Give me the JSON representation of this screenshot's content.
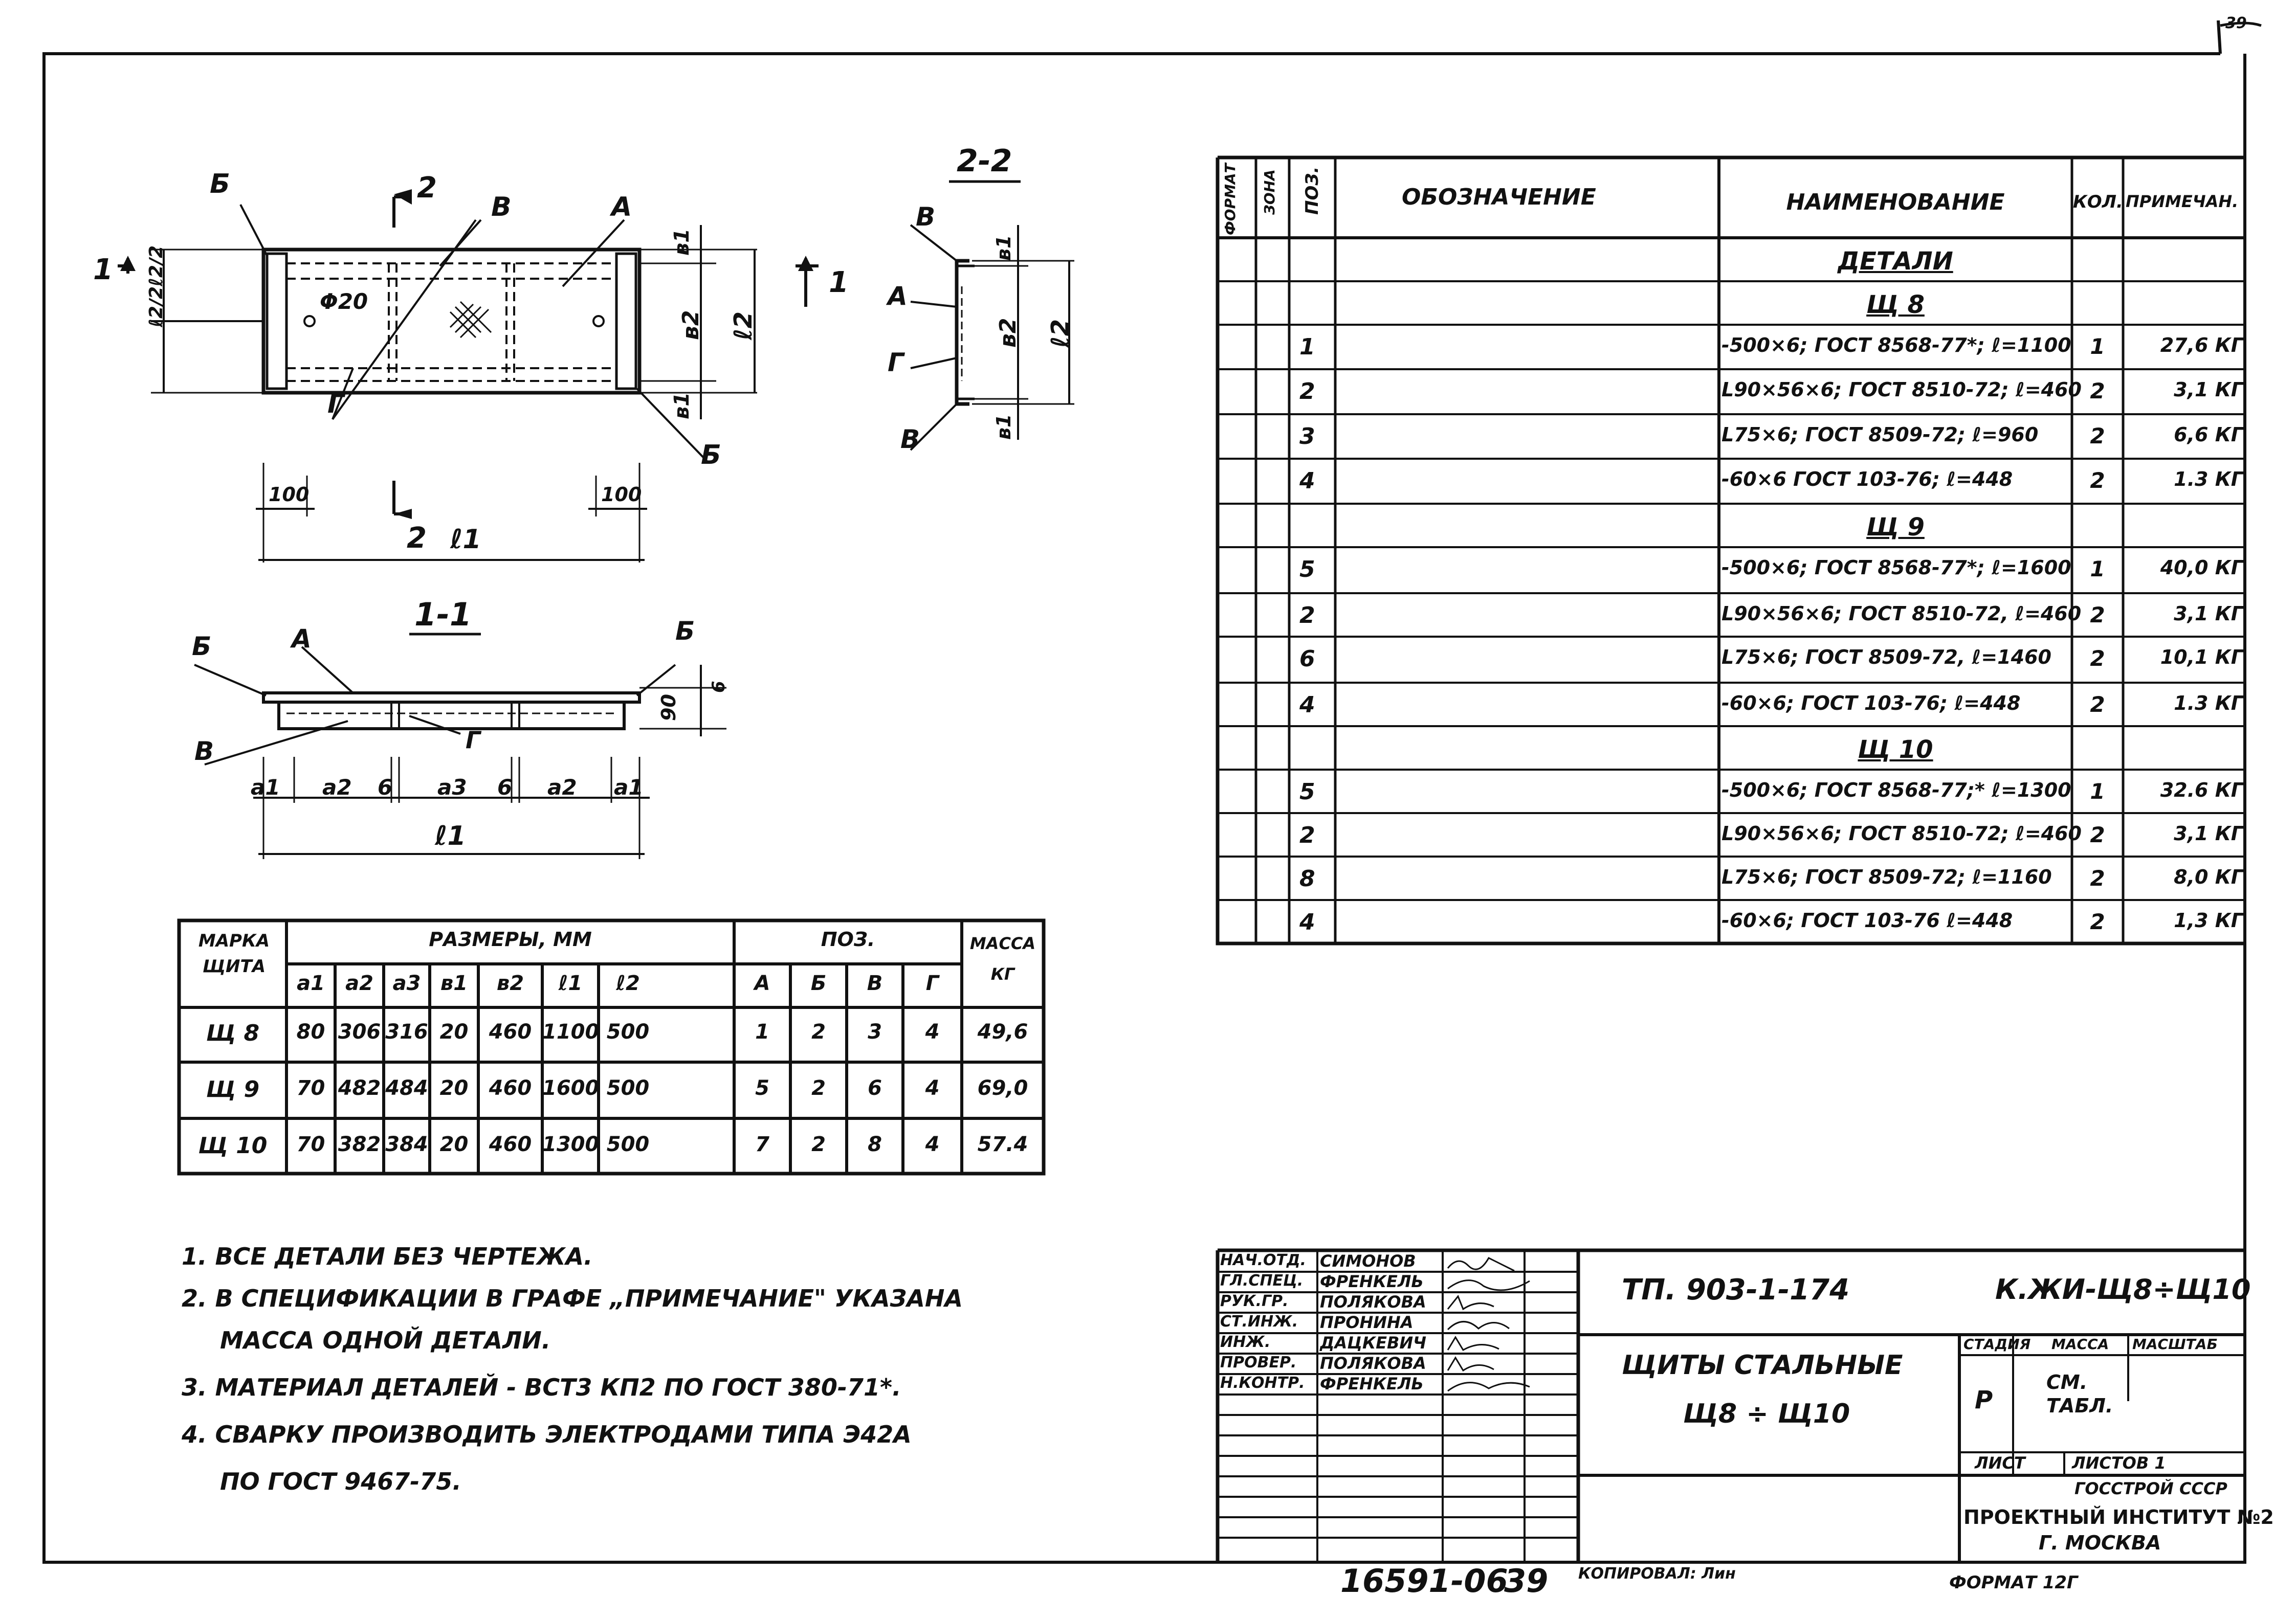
{
  "corner_mark": "39",
  "views": {
    "plan": {
      "cut_2": "2",
      "label_B_top": "Б",
      "label_V_top": "В",
      "label_A_top": "А",
      "label_G": "Г",
      "label_B_bottom": "Б",
      "hole": "Φ20",
      "cut_1_left": "1",
      "cut_1_right": "1",
      "dim_e2_half_a": "ℓ2/2",
      "dim_e2_half_b": "ℓ2/2",
      "dim_b1_top": "в1",
      "dim_b2": "в2",
      "dim_e2": "ℓ2",
      "dim_b1_bottom": "в1",
      "dim_100_left": "100",
      "dim_100_right": "100",
      "cut_2_bottom": "2",
      "dim_e1": "ℓ1"
    },
    "section_22": {
      "title": "2-2",
      "label_V_top": "В",
      "label_A": "А",
      "label_G": "Г",
      "label_V_bottom": "В",
      "dim_b1_top": "в1",
      "dim_b2": "в2",
      "dim_e2": "ℓ2",
      "dim_b1_bottom": "в1"
    },
    "section_11": {
      "title": "1-1",
      "label_B_left": "Б",
      "label_A": "А",
      "label_B_right": "Б",
      "label_V": "В",
      "label_G": "Г",
      "dim_90": "90",
      "dim_6": "6",
      "dims": [
        "а1",
        "а2",
        "6",
        "а3",
        "6",
        "а2",
        "а1"
      ],
      "dim_e1": "ℓ1"
    }
  },
  "dims_table": {
    "head_mark": "МАРКА ЩИТА",
    "head_sizes": "РАЗМЕРЫ, ММ",
    "head_pos": "ПОЗ.",
    "head_mass": "МАССА КГ",
    "cols": [
      "а1",
      "а2",
      "а3",
      "в1",
      "в2",
      "ℓ1",
      "ℓ2",
      "А",
      "Б",
      "В",
      "Г"
    ],
    "rows": [
      [
        "Щ 8",
        "80",
        "306",
        "316",
        "20",
        "460",
        "1100",
        "500",
        "1",
        "2",
        "3",
        "4",
        "49,6"
      ],
      [
        "Щ 9",
        "70",
        "482",
        "484",
        "20",
        "460",
        "1600",
        "500",
        "5",
        "2",
        "6",
        "4",
        "69,0"
      ],
      [
        "Щ 10",
        "70",
        "382",
        "384",
        "20",
        "460",
        "1300",
        "500",
        "7",
        "2",
        "8",
        "4",
        "57.4"
      ]
    ]
  },
  "notes": [
    "1. ВСЕ ДЕТАЛИ БЕЗ ЧЕРТЕЖА.",
    "2. В СПЕЦИФИКАЦИИ В ГРАФЕ „ПРИМЕЧАНИЕ\" УКАЗАНА",
    "МАССА ОДНОЙ ДЕТАЛИ.",
    "3. МАТЕРИАЛ ДЕТАЛЕЙ - ВСТ3 КП2 ПО ГОСТ 380-71*.",
    "4. СВАРКУ ПРОИЗВОДИТЬ ЭЛЕКТРОДАМИ ТИПА Э42А",
    "ПО ГОСТ 9467-75."
  ],
  "spec": {
    "head_format": "ФОРМАТ",
    "head_zone": "ЗОНА",
    "head_pos": "ПОЗ.",
    "head_designation": "ОБОЗНАЧЕНИЕ",
    "head_name": "НАИМЕНОВАНИЕ",
    "head_qty": "КОЛ.",
    "head_note": "ПРИМЕЧАН.",
    "rows": [
      {
        "pos": "",
        "name": "ДЕТАЛИ",
        "qty": "",
        "note": "",
        "kind": "title"
      },
      {
        "pos": "",
        "name": "Щ 8",
        "qty": "",
        "note": "",
        "kind": "title"
      },
      {
        "pos": "1",
        "name": "-500×6; ГОСТ 8568-77*; ℓ=1100",
        "qty": "1",
        "note": "27,6 КГ",
        "kind": "item"
      },
      {
        "pos": "2",
        "name": "L90×56×6; ГОСТ 8510-72; ℓ=460",
        "qty": "2",
        "note": "3,1 КГ",
        "kind": "item"
      },
      {
        "pos": "3",
        "name": "L75×6; ГОСТ 8509-72; ℓ=960",
        "qty": "2",
        "note": "6,6 КГ",
        "kind": "item"
      },
      {
        "pos": "4",
        "name": "-60×6 ГОСТ 103-76; ℓ=448",
        "qty": "2",
        "note": "1.3 КГ",
        "kind": "item"
      },
      {
        "pos": "",
        "name": "Щ 9",
        "qty": "",
        "note": "",
        "kind": "title"
      },
      {
        "pos": "5",
        "name": "-500×6; ГОСТ 8568-77*; ℓ=1600",
        "qty": "1",
        "note": "40,0 КГ",
        "kind": "item"
      },
      {
        "pos": "2",
        "name": "L90×56×6; ГОСТ 8510-72, ℓ=460",
        "qty": "2",
        "note": "3,1 КГ",
        "kind": "item"
      },
      {
        "pos": "6",
        "name": "L75×6; ГОСТ 8509-72, ℓ=1460",
        "qty": "2",
        "note": "10,1 КГ",
        "kind": "item"
      },
      {
        "pos": "4",
        "name": "-60×6; ГОСТ 103-76; ℓ=448",
        "qty": "2",
        "note": "1.3 КГ",
        "kind": "item"
      },
      {
        "pos": "",
        "name": "Щ 10",
        "qty": "",
        "note": "",
        "kind": "title"
      },
      {
        "pos": "5",
        "name": "-500×6; ГОСТ 8568-77;* ℓ=1300",
        "qty": "1",
        "note": "32.6 КГ",
        "kind": "item"
      },
      {
        "pos": "2",
        "name": "L90×56×6; ГОСТ 8510-72; ℓ=460",
        "qty": "2",
        "note": "3,1 КГ",
        "kind": "item"
      },
      {
        "pos": "8",
        "name": "L75×6; ГОСТ 8509-72; ℓ=1160",
        "qty": "2",
        "note": "8,0 КГ",
        "kind": "item"
      },
      {
        "pos": "4",
        "name": "-60×6; ГОСТ 103-76  ℓ=448",
        "qty": "2",
        "note": "1,3 КГ",
        "kind": "item"
      }
    ]
  },
  "stamp": {
    "roles": [
      "НАЧ.ОТД.",
      "ГЛ.СПЕЦ.",
      "РУК.ГР.",
      "СТ.ИНЖ.",
      "ИНЖ.",
      "ПРОВЕР.",
      "Н.КОНТР."
    ],
    "names": [
      "СИМОНОВ",
      "ФРЕНКЕЛЬ",
      "ПОЛЯКОВА",
      "ПРОНИНА",
      "ДАЦКЕВИЧ",
      "ПОЛЯКОВА",
      "ФРЕНКЕЛЬ"
    ],
    "project": "ТП. 903-1-174",
    "sheet_code": "К.ЖИ-Щ8÷Щ10",
    "title_1": "ЩИТЫ СТАЛЬНЫЕ",
    "title_2": "Щ8 ÷ Щ10",
    "stage_h": "СТАДИЯ",
    "mass_h": "МАССА",
    "scale_h": "МАСШТАБ",
    "stage": "Р",
    "mass": "СМ. ТАБЛ.",
    "sheet_h": "ЛИСТ",
    "sheets_h": "ЛИСТОВ 1",
    "org_1": "ГОССТРОЙ СССР",
    "org_2": "ПРОЕКТНЫЙ ИНСТИТУТ №2",
    "org_3": "Г. МОСКВА"
  },
  "footer": {
    "inv": "16591-06",
    "page": "39",
    "copied": "КОПИРОВАЛ: Лин",
    "format": "ФОРМАТ 12Г"
  }
}
